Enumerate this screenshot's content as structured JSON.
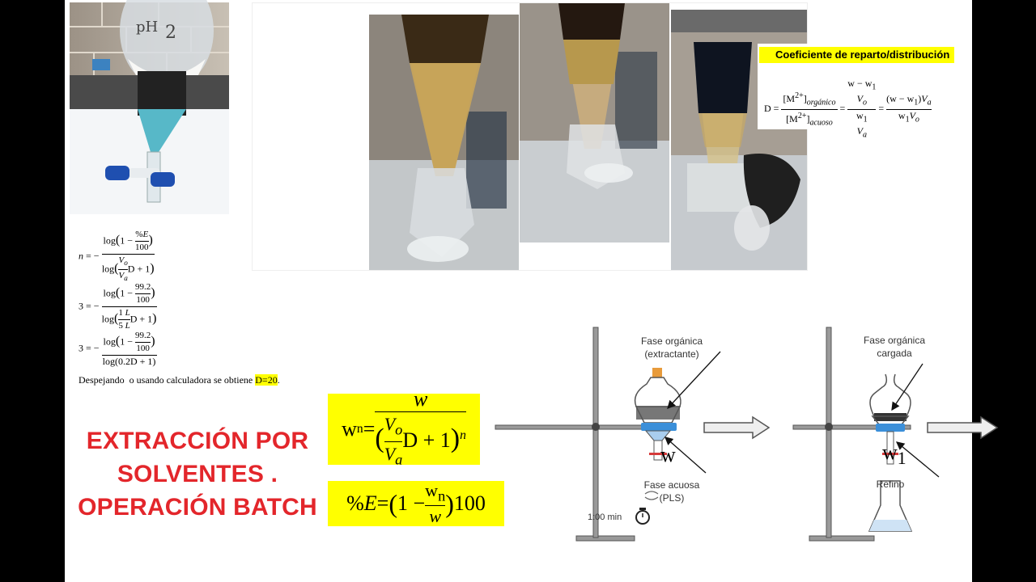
{
  "coef_box": {
    "title": "Coeficiente de reparto/distribución",
    "formula_html": "D = <span style='display:inline-block;vertical-align:middle;text-align:center'><span style='display:block;border-bottom:1px solid #000;padding:0 2px'>[M<sup>2+</sup>]<sub><i>orgánico</i></sub></span><span style='display:block'>[M<sup>2+</sup>]<sub><i>acuoso</i></sub></span></span> = <span style='display:inline-block;vertical-align:middle;text-align:center'><span style='display:block;border-bottom:1px solid #000'>w − w<sub>1</sub><br><i>V<sub>o</sub></i></span><span style='display:block'>w<sub>1</sub><br><i>V<sub>a</sub></i></span></span> = <span style='display:inline-block;vertical-align:middle;text-align:center'><span style='display:block;border-bottom:1px solid #000'>(w − w<sub>1</sub>)<i>V<sub>a</sub></i></span><span style='display:block'>w<sub>1</sub><i>V<sub>o</sub></i></span></span>"
  },
  "equations": {
    "eq_n_html": "<i>n</i> = − <span style='display:inline-block;vertical-align:middle;text-align:center'><span style='display:block;border-bottom:1px solid #000;padding:0 2px'>log<span style='font-size:16px'>(</span>1 − <span style='display:inline-block;vertical-align:middle;text-align:center;font-size:11px'><span style='display:block;border-bottom:1px solid #000'>%<i>E</i></span><span style='display:block'>100</span></span><span style='font-size:16px'>)</span></span><span style='display:block'>log<span style='font-size:16px'>(</span><span style='display:inline-block;vertical-align:middle;text-align:center;font-size:11px'><span style='display:block;border-bottom:1px solid #000'><i>V<sub>o</sub></i></span><span style='display:block'><i>V<sub>a</sub></i></span></span>D + 1<span style='font-size:16px'>)</span></span></span>",
    "eq_3a_html": "3 = − <span style='display:inline-block;vertical-align:middle;text-align:center'><span style='display:block;border-bottom:1px solid #000;padding:0 2px'>log<span style='font-size:16px'>(</span>1 − <span style='display:inline-block;vertical-align:middle;text-align:center;font-size:11px'><span style='display:block;border-bottom:1px solid #000'>99.2</span><span style='display:block'>100</span></span><span style='font-size:16px'>)</span></span><span style='display:block'>log<span style='font-size:16px'>(</span><span style='display:inline-block;vertical-align:middle;text-align:center;font-size:11px'><span style='display:block;border-bottom:1px solid #000'>1 <i>L</i></span><span style='display:block'>5 <i>L</i></span></span>D + 1<span style='font-size:16px'>)</span></span></span>",
    "eq_3b_html": "3 = − <span style='display:inline-block;vertical-align:middle;text-align:center'><span style='display:block;border-bottom:1px solid #000;padding:0 2px'>log<span style='font-size:16px'>(</span>1 − <span style='display:inline-block;vertical-align:middle;text-align:center;font-size:11px'><span style='display:block;border-bottom:1px solid #000'>99.2</span><span style='display:block'>100</span></span><span style='font-size:16px'>)</span></span><span style='display:block'>log(0.2D + 1)</span></span>",
    "despejando_prefix": "Despejando  o usando calculadora se obtiene ",
    "despejando_value": "D=20",
    "despejando_suffix": "."
  },
  "title": {
    "line1": "EXTRACCIÓN POR",
    "line2": "SOLVENTES .",
    "line3": "OPERACIÓN BATCH"
  },
  "formula_wn_html": "w<sub style='font-size:60%'>n</sub> = <span style='display:inline-block;vertical-align:middle;text-align:center'><span style='display:block;border-bottom:1.5px solid #000;padding:0 4px'><i>w</i></span><span style='display:block'><span style='font-size:34px'>(</span><span style='display:inline-block;vertical-align:middle;text-align:center;font-size:22px'><span style='display:block;border-bottom:1px solid #000'><i>V<sub>o</sub></i></span><span style='display:block'><i>V<sub>a</sub></i></span></span>D + 1<span style='font-size:34px'>)</span><sup style='font-size:60%'><i>n</i></sup></span></span>",
  "formula_e_html": "%<i>E</i> = <span style='font-size:32px'>(</span>1 − <span style='display:inline-block;vertical-align:middle;text-align:center;font-size:22px'><span style='display:block;border-bottom:1.5px solid #000'>w<sub>n</sub></span><span style='display:block'><i>w</i></span></span><span style='font-size:32px'>)</span>100",
  "diagram": {
    "label_fase_organica": "Fase orgánica\n(extractante)",
    "label_fase_acuosa": "Fase acuosa\n(PLS)",
    "label_fase_cargada": "Fase orgánica\ncargada",
    "label_refino": "Refino",
    "label_w": "w",
    "label_w1_html": "w<sub>1</sub>",
    "timer": "1:00 min"
  },
  "colors": {
    "title_red": "#e3262b",
    "highlight": "#ffff00",
    "ring_blue": "#3b8fd9",
    "aqueous_blue": "#a9cdee",
    "organic_gray": "#777777",
    "loaded_dark": "#333333"
  }
}
